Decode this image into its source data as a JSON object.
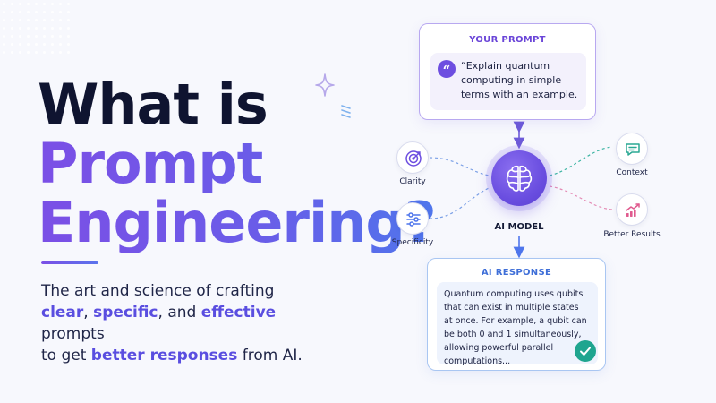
{
  "hero": {
    "title_line1": "What is",
    "title_line2": "Prompt",
    "title_line3": "Engineering?",
    "subtitle": {
      "t1": "The art and science of crafting",
      "hl1": "clear",
      "t2": ", ",
      "hl2": "specific",
      "t3": ", and ",
      "hl3": "effective",
      "t4": " prompts",
      "t5": "to get ",
      "hl4": "better responses",
      "t6": " from AI."
    }
  },
  "prompt_card": {
    "heading": "YOUR PROMPT",
    "text": "“Explain quantum computing in simple terms with an example.",
    "icon": "quote-icon"
  },
  "model": {
    "label": "AI MODEL",
    "icon": "brain-icon"
  },
  "satellites": [
    {
      "label": "Clarity",
      "icon": "target-icon"
    },
    {
      "label": "Specificity",
      "icon": "sliders-icon"
    },
    {
      "label": "Context",
      "icon": "chat-icon"
    },
    {
      "label": "Better Results",
      "icon": "growth-chart-icon"
    }
  ],
  "response_card": {
    "heading": "AI RESPONSE",
    "text": "Quantum computing uses qubits that can exist in multiple states at once. For example, a qubit can be both 0 and 1 simultaneously, allowing powerful parallel computations...",
    "icon": "check-icon"
  },
  "colors": {
    "primary_purple": "#6d4ee0",
    "accent_blue": "#3f6fd8",
    "success_teal": "#1fa58f",
    "background": "#f7f8fd"
  }
}
